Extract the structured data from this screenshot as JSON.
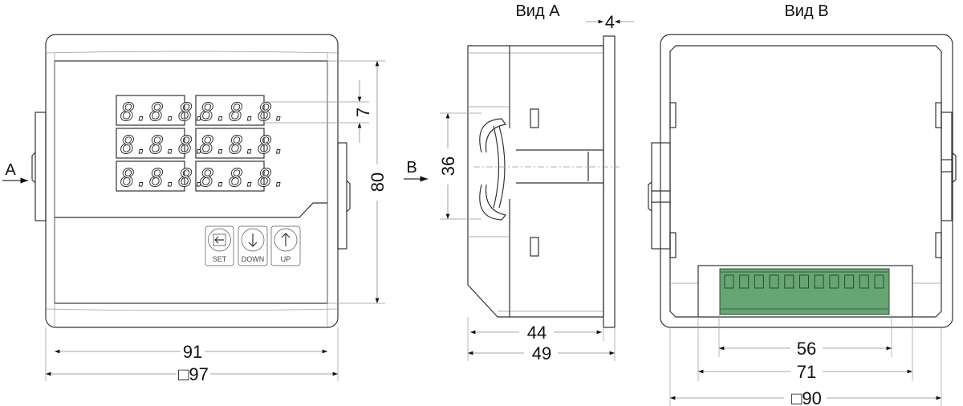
{
  "front_view": {
    "view_arrow_label": "A",
    "displays": [
      "8.8.8.",
      "8.8.8.",
      "8.8.8.",
      "8.8.8.",
      "8.8.8.",
      "8.8.8."
    ],
    "buttons": [
      {
        "label": "SET",
        "icon": "arrow-left-icon"
      },
      {
        "label": "DOWN",
        "icon": "arrow-down-icon"
      },
      {
        "label": "UP",
        "icon": "arrow-up-icon"
      }
    ],
    "dimensions": {
      "digit_height": "7",
      "panel_height": "80",
      "panel_width": "91",
      "bezel": "□97"
    }
  },
  "side_view": {
    "title": "Вид А",
    "view_arrow_label": "B",
    "dimensions": {
      "flange": "4",
      "clamp": "36",
      "depth_body": "44",
      "depth_total": "49"
    }
  },
  "back_view": {
    "title": "Вид В",
    "terminal_count": 11,
    "terminal_color": "#66a673",
    "dimensions": {
      "terminal_block": "56",
      "terminal_frame": "71",
      "body": "□90"
    }
  }
}
